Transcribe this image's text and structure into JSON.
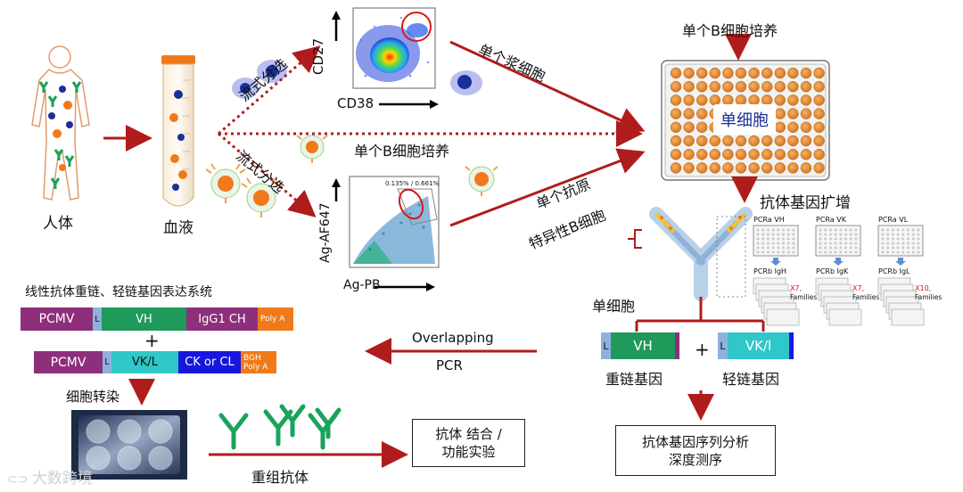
{
  "labels": {
    "human": "人体",
    "blood": "血液",
    "flow_sort_top": "流式分选",
    "flow_sort_bottom": "流式分选",
    "single_plasma": "单个浆细胞",
    "single_b_culture_mid": "单个B细胞培养",
    "single_antigen_line1": "单个抗原",
    "single_antigen_line2": "特异性B细胞",
    "single_b_culture_top": "单个B细胞培养",
    "single_cell_plate": "单细胞",
    "antibody_gene_amp": "抗体基因扩增",
    "single_cell_gene": "单细胞",
    "heavy_gene": "重链基因",
    "light_gene": "轻链基因",
    "plus_genes": "+",
    "expression_title": "线性抗体重链、轻链基因表达系统",
    "plus_vectors": "+",
    "transfection": "细胞转染",
    "recombinant": "重组抗体",
    "overlapping": "Overlapping",
    "pcr": "PCR",
    "binding_line1": "抗体 结合 /",
    "binding_line2": "功能实验",
    "seq_line1": "抗体基因序列分析",
    "seq_line2": "深度测序",
    "watermark": "大数跨境"
  },
  "flow_top": {
    "y_axis": "CD27",
    "x_axis": "CD38"
  },
  "flow_bottom": {
    "y_axis": "Ag-AF647",
    "x_axis": "Ag-PB",
    "gate_text": "0.135% / 0.661%"
  },
  "pcr_panels": [
    {
      "pcr_a": "PCRa VH",
      "pcr_b": "PCRb IgH",
      "mult": "X7,",
      "fam": "Families"
    },
    {
      "pcr_a": "PCRa VK",
      "pcr_b": "PCRb IgK",
      "mult": "X7,",
      "fam": "Families"
    },
    {
      "pcr_a": "PCRa VL",
      "pcr_b": "PCRb IgL",
      "mult": "X10,",
      "fam": "Families"
    }
  ],
  "heavy_construct": {
    "segments": [
      "PCMV",
      "L",
      "VH",
      "IgG1 CH",
      "Poly A"
    ],
    "colors": [
      "#8e2f7c",
      "#8fb1e0",
      "#1f9a5a",
      "#8e2f7c",
      "#f07a1a"
    ]
  },
  "light_construct": {
    "segments": [
      "PCMV",
      "L",
      "VK/L",
      "CK or CL",
      "BGH Poly A"
    ],
    "colors": [
      "#8e2f7c",
      "#8fb1e0",
      "#2fc7c7",
      "#1717e0",
      "#f07a1a"
    ]
  },
  "heavy_gene_bar": [
    "L",
    "VH"
  ],
  "light_gene_bar": [
    "L",
    "VK/l"
  ],
  "colors": {
    "arrow": "#b01c1c",
    "green_antibody": "#19a35b",
    "orange_cell": "#f07a1a",
    "blue_cell": "#1a2f9a"
  }
}
